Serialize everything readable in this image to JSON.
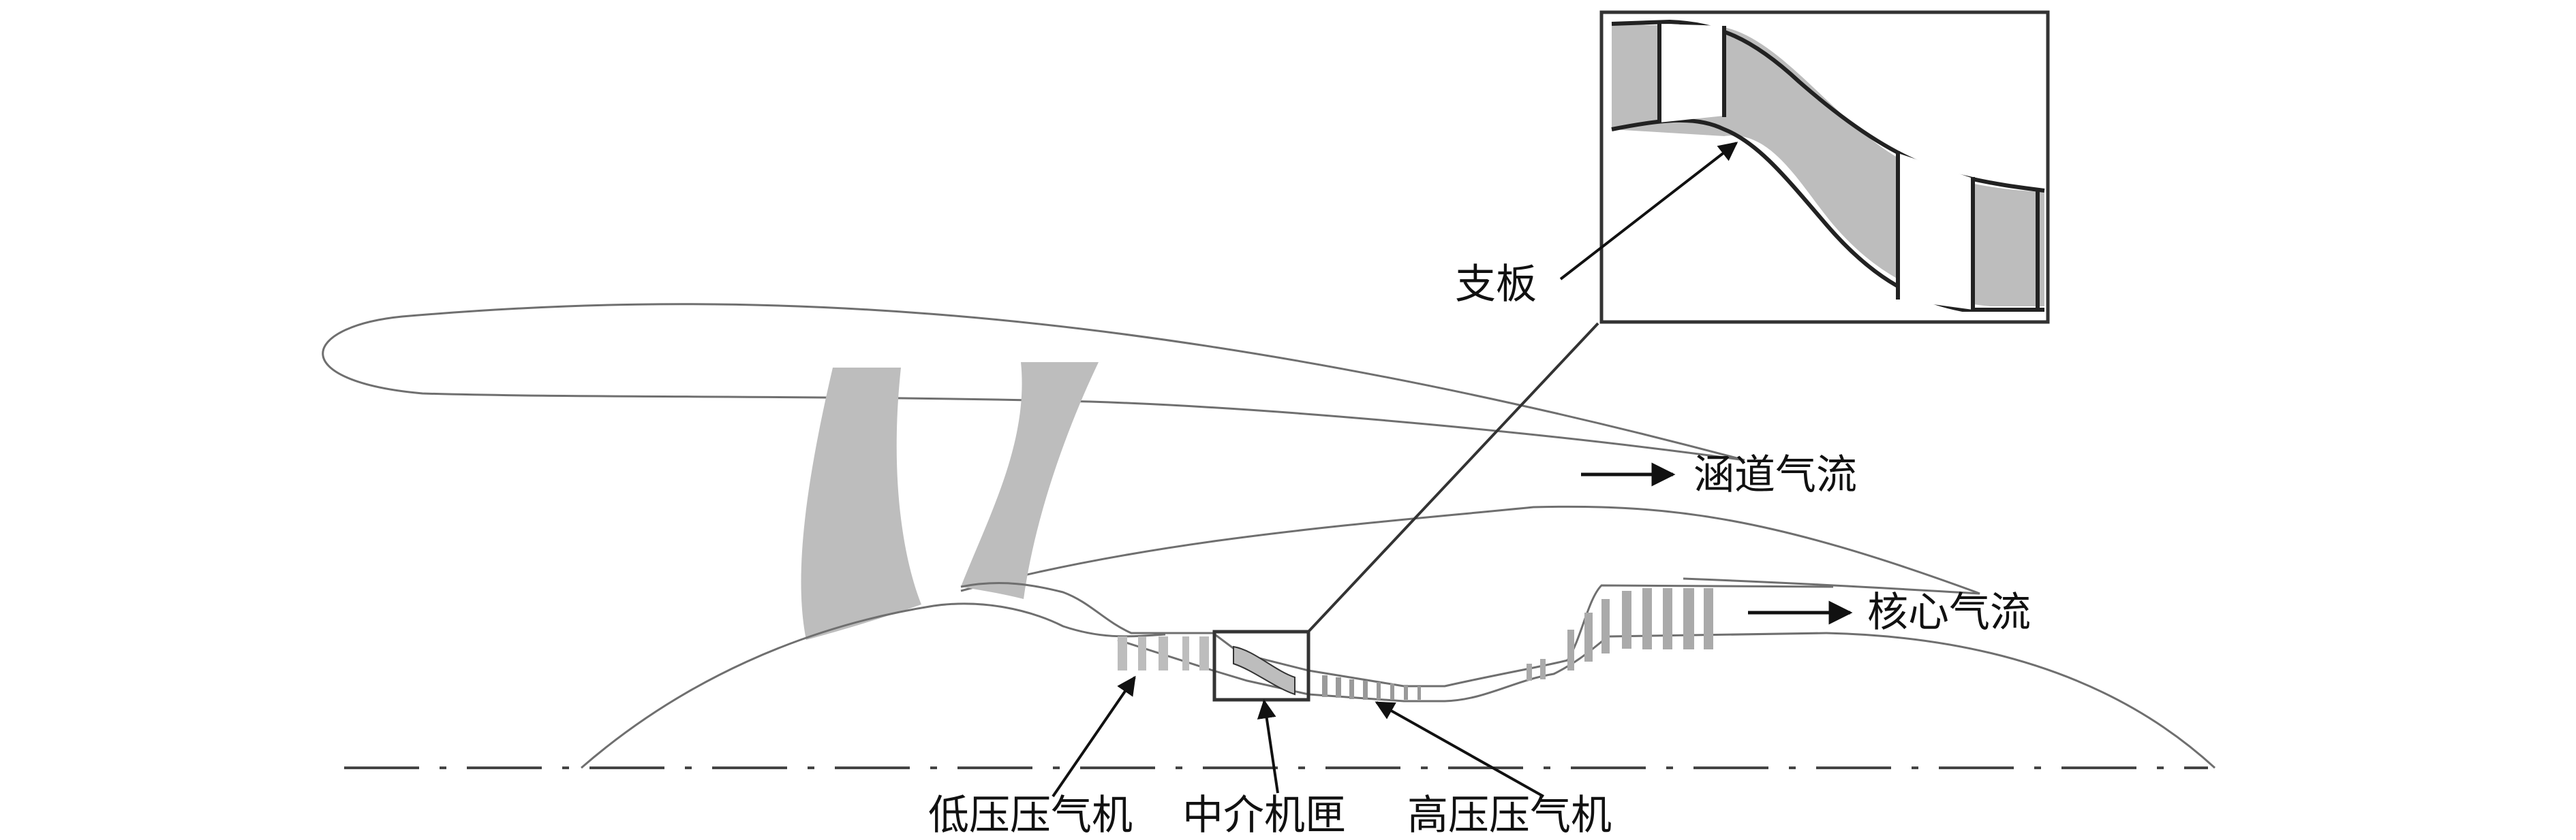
{
  "labels": {
    "strut": "支板",
    "bypass_flow": "涵道气流",
    "core_flow": "核心气流",
    "lp_compressor": "低压压气机",
    "intermediate_case": "中介机匣",
    "hp_compressor": "高压压气机"
  },
  "colors": {
    "outline": "#6f6f6f",
    "fill_gray": "#bdbdbd",
    "stroke_dark": "#222222",
    "centerline": "#444444"
  }
}
